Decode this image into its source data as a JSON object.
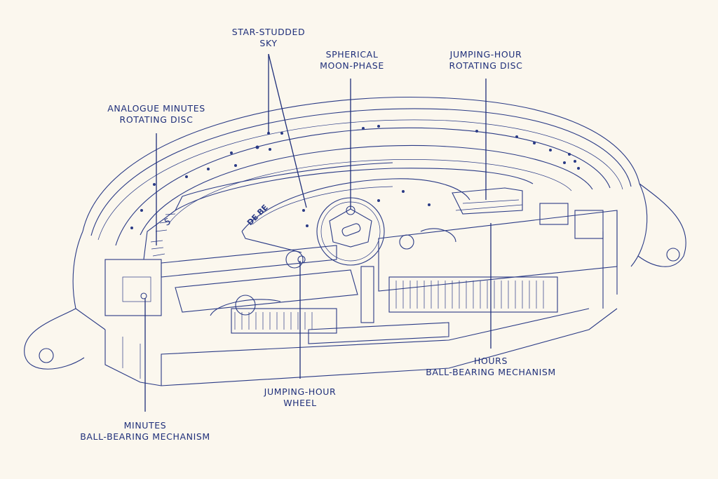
{
  "colors": {
    "background": "#fbf7ee",
    "ink": "#1f2f7a"
  },
  "labels": {
    "star_sky": {
      "line1": "STAR-STUDDED",
      "line2": "SKY"
    },
    "moon_phase": {
      "line1": "SPHERICAL",
      "line2": "MOON-PHASE"
    },
    "jumping_disc": {
      "line1": "JUMPING-HOUR",
      "line2": "ROTATING DISC"
    },
    "analogue_minutes": {
      "line1": "ANALOGUE MINUTES",
      "line2": "ROTATING DISC"
    },
    "hours_bearing": {
      "line1": "HOURS",
      "line2": "BALL-BEARING MECHANISM"
    },
    "jumping_wheel": {
      "line1": "JUMPING-HOUR",
      "line2": "WHEEL"
    },
    "minutes_bearing": {
      "line1": "MINUTES",
      "line2": "BALL-BEARING MECHANISM"
    }
  },
  "dial_markings": {
    "month_text": "DE BE",
    "minute_numeral": "5"
  }
}
